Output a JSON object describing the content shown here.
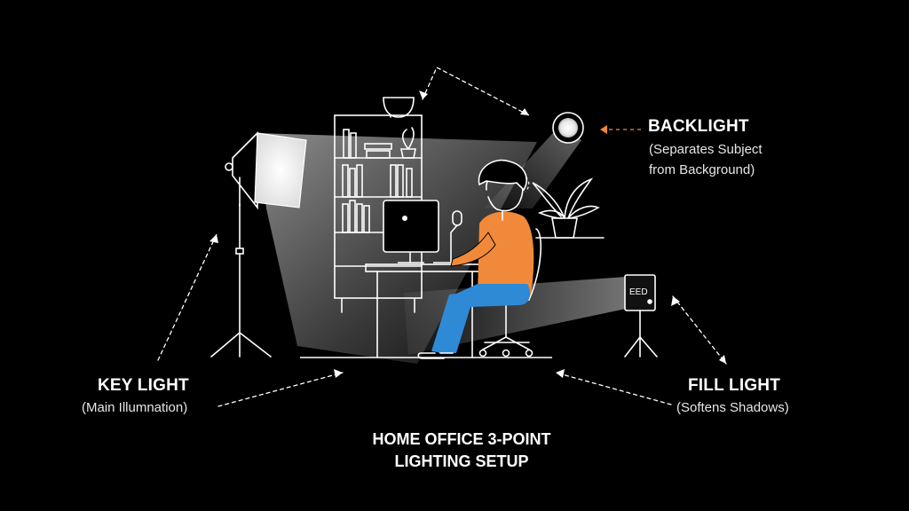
{
  "backlight": {
    "title": "BACKLIGHT",
    "line1": "(Separates Subject",
    "line2": "from Background)"
  },
  "key_light": {
    "title": "KEY LIGHT",
    "subtitle": "(Main Illumnation)"
  },
  "fill_light": {
    "title": "FILL LIGHT",
    "subtitle": "(Softens Shadows)",
    "panel_text": "EED"
  },
  "caption": {
    "line1": "HOME OFFICE 3-POINT",
    "line2": "LIGHTING SETUP"
  },
  "colors": {
    "background": "#000000",
    "line": "#ffffff",
    "shirt": "#f08a3a",
    "pants": "#2f8ad6",
    "arrow_accent": "#f08a3a"
  }
}
